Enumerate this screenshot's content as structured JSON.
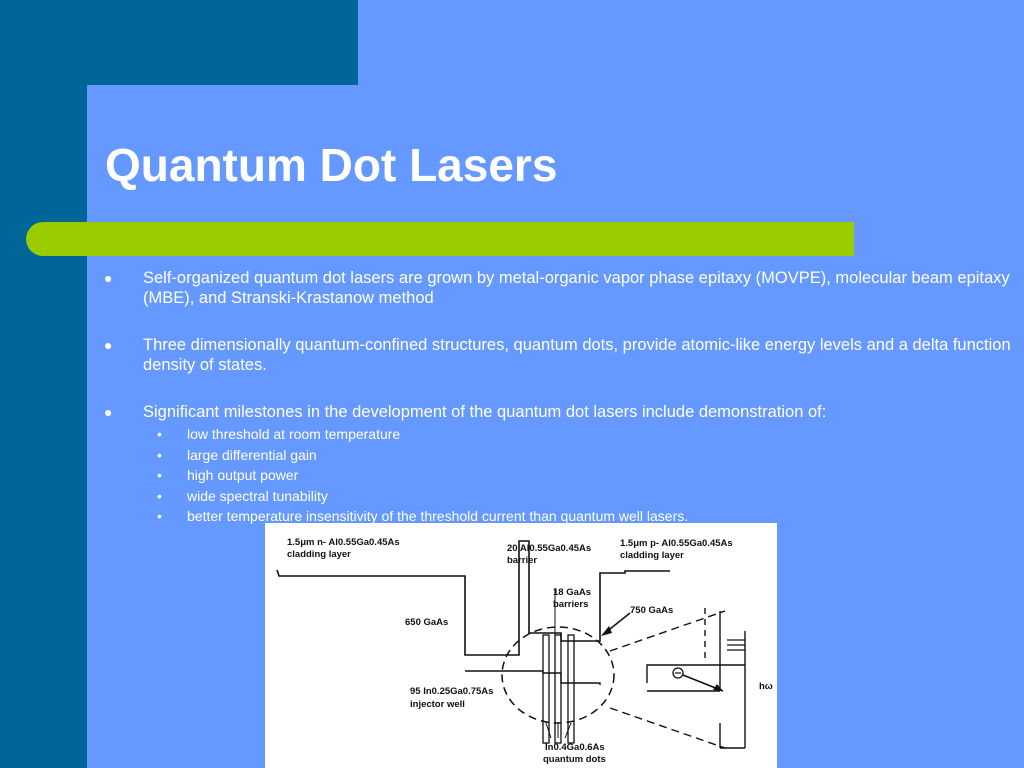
{
  "slide": {
    "title": "Quantum Dot Lasers",
    "bullets": [
      {
        "text": "Self-organized quantum dot lasers are grown by metal-organic vapor phase epitaxy (MOVPE), molecular beam epitaxy (MBE), and Stranski-Krastanow method"
      },
      {
        "text": "Three dimensionally quantum-confined structures, quantum dots, provide atomic-like energy levels and a delta function density of states."
      },
      {
        "text": "Significant milestones in the development of the quantum dot lasers include demonstration of:",
        "sub_items": [
          "low threshold at room temperature",
          "large differential gain",
          "high output power",
          "wide spectral tunability",
          "better temperature insensitivity of the threshold current than quantum well lasers."
        ]
      }
    ],
    "bullet_glyph": "●",
    "sub_bullet_glyph": "•",
    "colors": {
      "background": "#6699FF",
      "dark_panel": "#006699",
      "accent_bar": "#99CC00",
      "text": "#FFFFFF"
    }
  },
  "figure": {
    "labels": {
      "n_cladding_1": "1.5μm n- Al0.55Ga0.45As",
      "n_cladding_2": "cladding layer",
      "barrier_1": "20  Al0.55Ga0.45As",
      "barrier_2": "barrier",
      "p_cladding_1": "1.5μm p- Al0.55Ga0.45As",
      "p_cladding_2": "cladding layer",
      "gaas_barriers_1": "18  GaAs",
      "gaas_barriers_2": "barriers",
      "gaas_650": "650   GaAs",
      "gaas_750": "750   GaAs",
      "injector_1": "95   In0.25Ga0.75As",
      "injector_2": "injector  well",
      "dots_1": "In0.4Ga0.6As",
      "dots_2": "quantum dots",
      "hw": "hω"
    }
  }
}
